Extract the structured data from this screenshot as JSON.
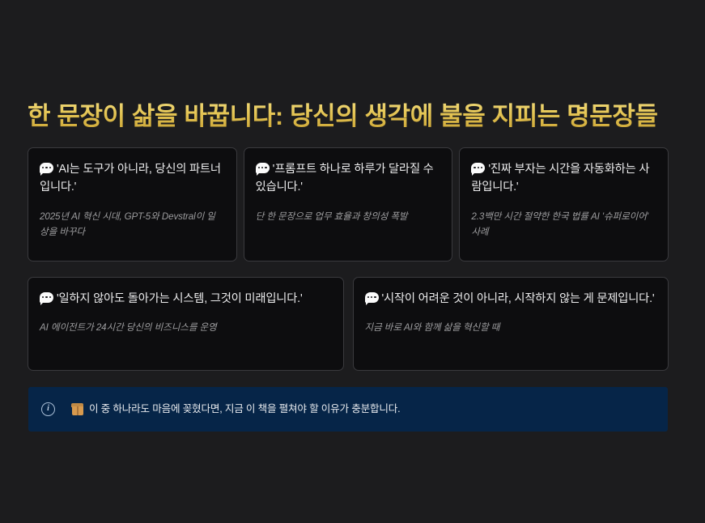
{
  "page": {
    "background_color": "#1c1c1e",
    "title": "한 문장이 삶을 바꿉니다: 당신의 생각에 불을 지피는 명문장들",
    "title_color": "#e0c04a"
  },
  "cards": {
    "row1": [
      {
        "icon": "speech-bubble-icon",
        "quote": "'AI는 도구가 아니라, 당신의 파트너입니다.'",
        "subtitle": "2025년 AI 혁신 시대, GPT-5와 Devstral이 일상을 바꾸다"
      },
      {
        "icon": "speech-bubble-icon",
        "quote": "'프롬프트 하나로 하루가 달라질 수 있습니다.'",
        "subtitle": "단 한 문장으로 업무 효율과 창의성 폭발"
      },
      {
        "icon": "speech-bubble-icon",
        "quote": "'진짜 부자는 시간을 자동화하는 사람입니다.'",
        "subtitle": "2.3백만 시간 절약한 한국 법률 AI '슈퍼로이어' 사례"
      }
    ],
    "row2": [
      {
        "icon": "speech-bubble-icon",
        "quote": "'일하지 않아도 돌아가는 시스템, 그것이 미래입니다.'",
        "subtitle": "AI 에이전트가 24시간 당신의 비즈니스를 운영"
      },
      {
        "icon": "speech-bubble-icon",
        "quote": "'시작이 어려운 것이 아니라, 시작하지 않는 게 문제입니다.'",
        "subtitle": "지금 바로 AI와 함께 삶을 혁신할 때"
      }
    ]
  },
  "banner": {
    "info_icon": "info-circle-icon",
    "package_icon": "package-icon",
    "text": "이 중 하나라도 마음에 꽂혔다면, 지금 이 책을 펼쳐야 할 이유가 충분합니다.",
    "background_color": "#062548",
    "text_color": "#e7eaee"
  }
}
